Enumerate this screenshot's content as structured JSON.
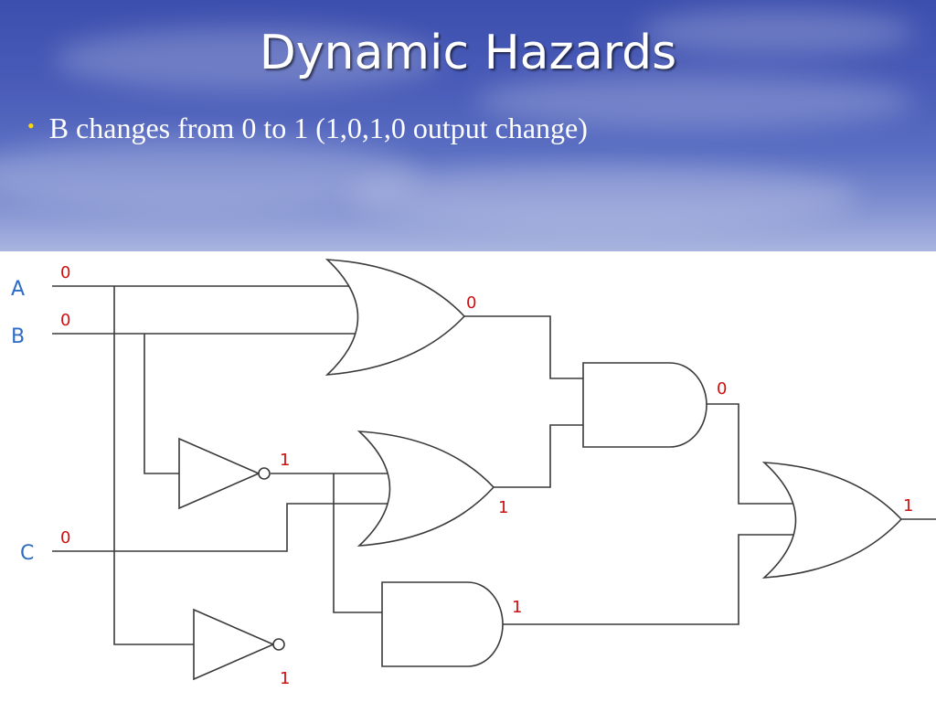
{
  "slide": {
    "title": "Dynamic Hazards",
    "bullet": "B changes from 0 to 1  (1,0,1,0 output change)"
  },
  "diagram": {
    "inputs": {
      "a": {
        "name": "A",
        "value": "0"
      },
      "b": {
        "name": "B",
        "value": "0"
      },
      "c": {
        "name": "C",
        "value": "0"
      }
    },
    "values": {
      "or1_out": "0",
      "not1_out": "1",
      "or2_out": "1",
      "and1_out": "0",
      "and2_out": "1",
      "not2_out": "1",
      "final_out": "1"
    }
  },
  "colors": {
    "input_label": "#2e6bc7",
    "value_label": "#cc1111",
    "bullet": "#ffd700"
  }
}
